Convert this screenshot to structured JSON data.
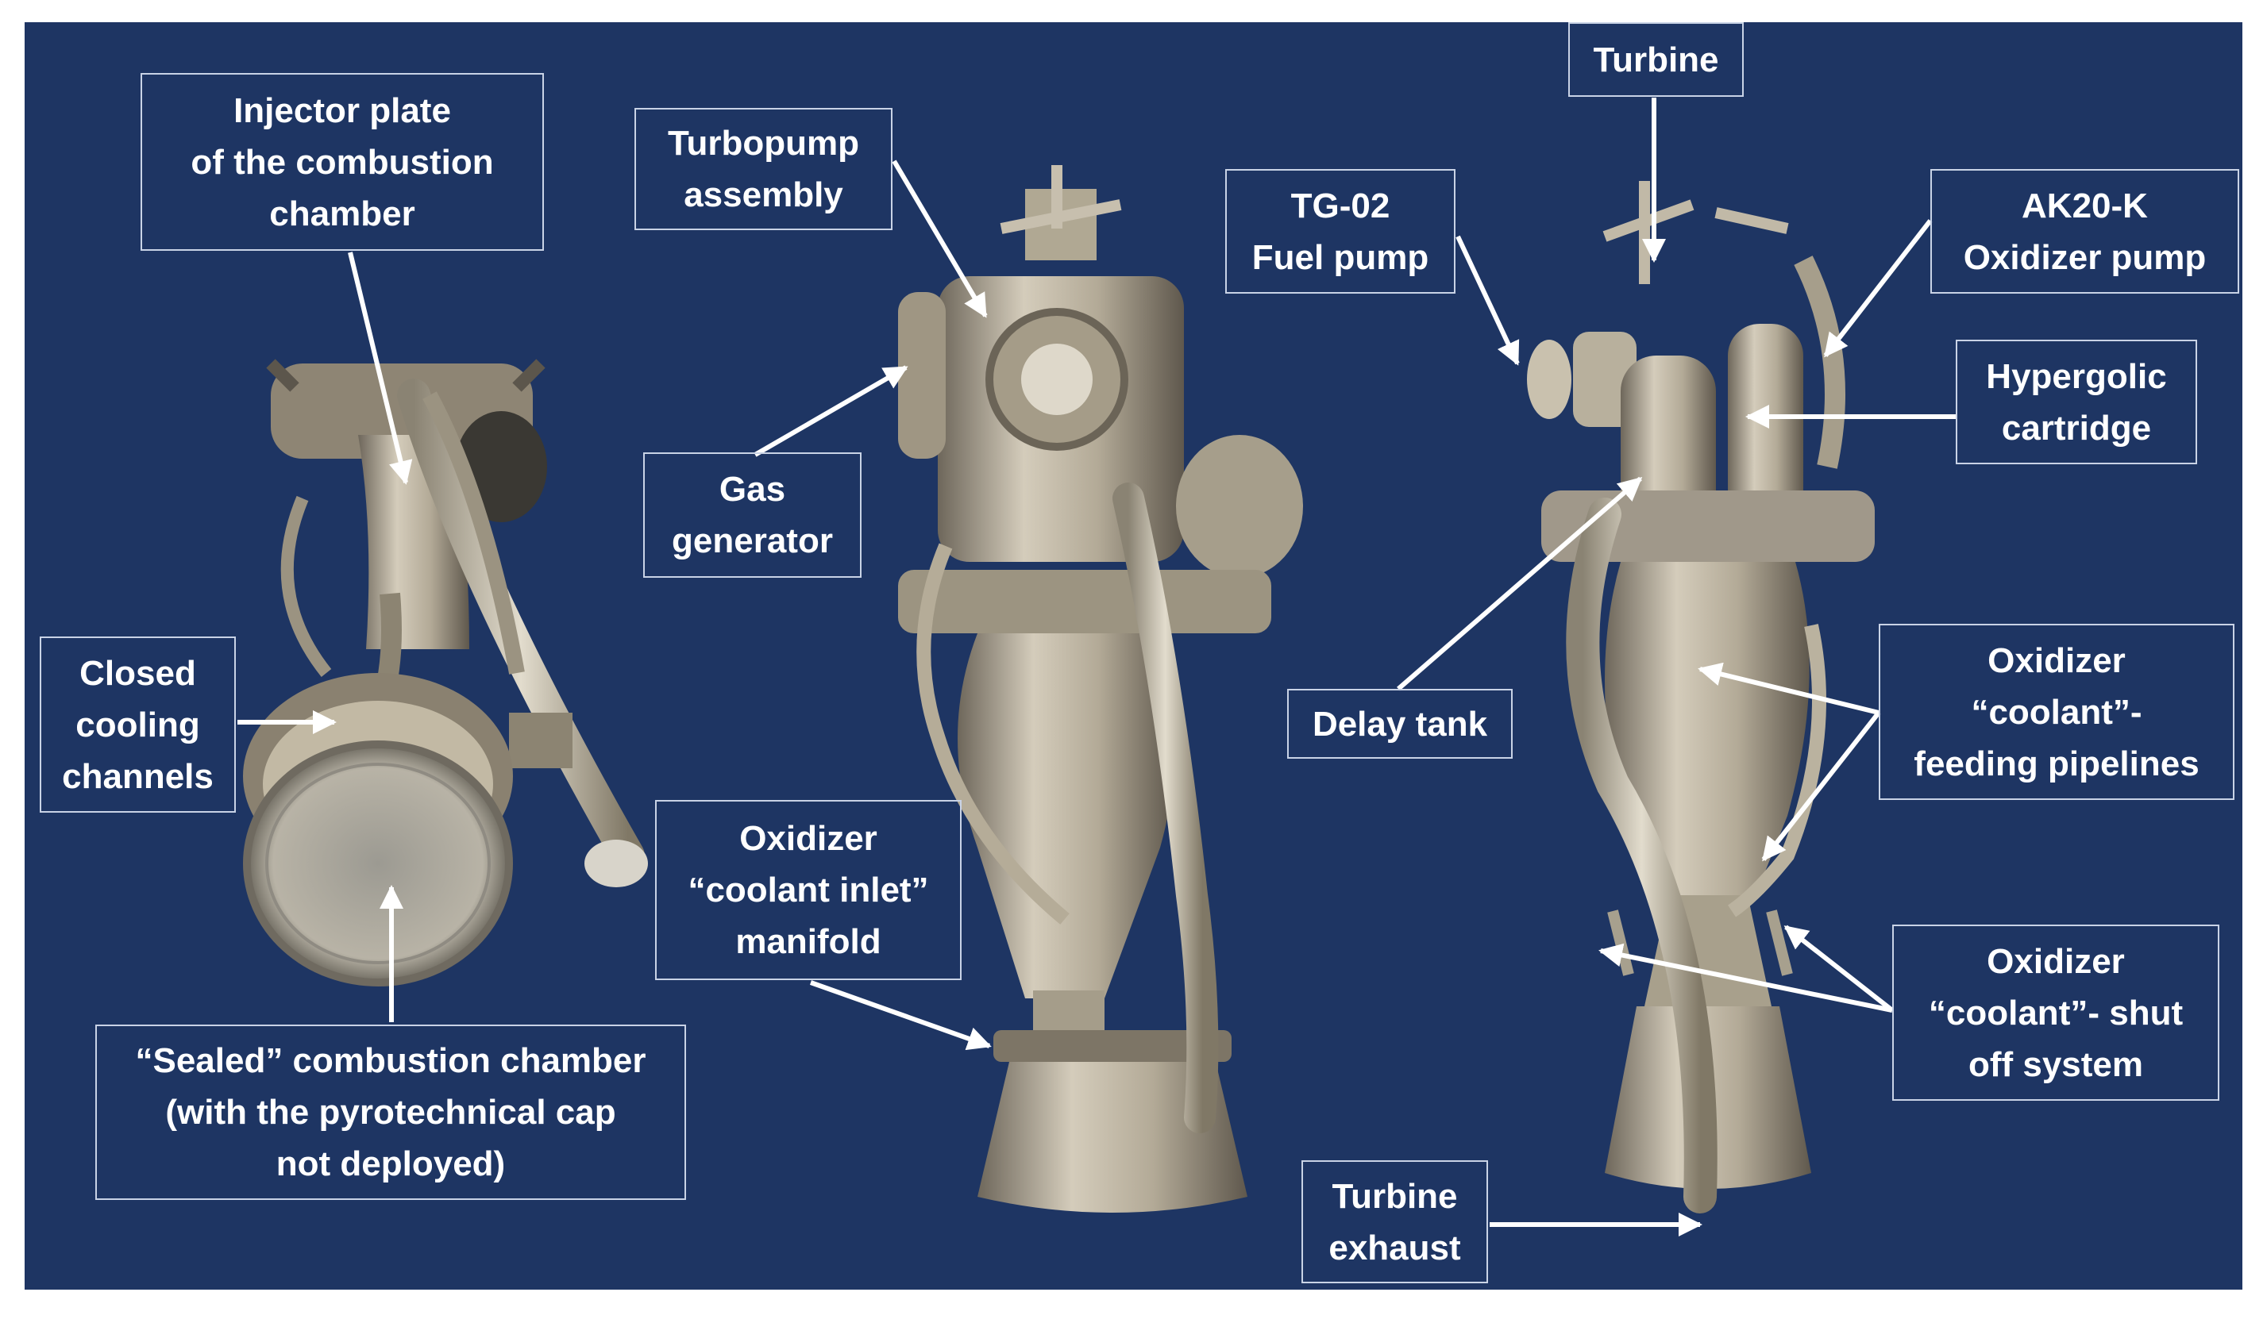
{
  "colors": {
    "background": "#1e3563",
    "label_border": "#c9d3e6",
    "label_text": "#ffffff",
    "metal": "#b5ab98",
    "metal_dark": "#7f7667"
  },
  "labels": {
    "injector_plate": "Injector plate\nof the combustion\nchamber",
    "closed_cooling": "Closed\ncooling\nchannels",
    "sealed_chamber": "“Sealed” combustion chamber\n(with the pyrotechnical cap\nnot deployed)",
    "turbopump": "Turbopump\nassembly",
    "gas_generator": "Gas\ngenerator",
    "oxidizer_inlet": "Oxidizer\n“coolant inlet”\nmanifold",
    "turbine": "Turbine",
    "fuel_pump": "TG-02\nFuel pump",
    "oxidizer_pump": "AK20-K\nOxidizer pump",
    "hypergolic": "Hypergolic\ncartridge",
    "delay_tank": "Delay tank",
    "feeding_pipelines": "Oxidizer\n“coolant”-\nfeeding pipelines",
    "shut_off": "Oxidizer\n“coolant”- shut\noff system",
    "turbine_exhaust": "Turbine\nexhaust"
  }
}
